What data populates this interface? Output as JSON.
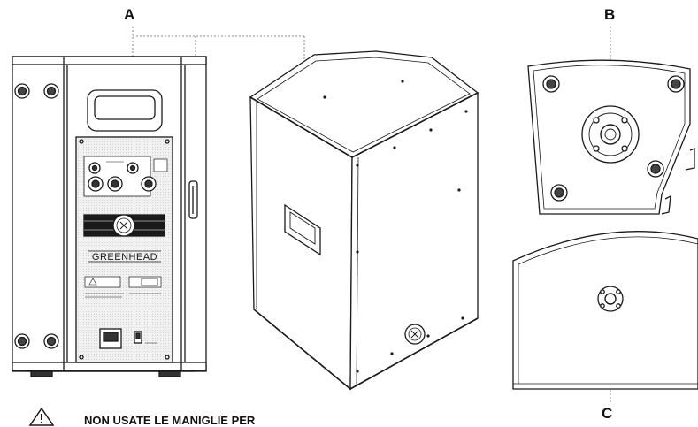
{
  "callouts": {
    "a": "A",
    "b": "B",
    "c": "C"
  },
  "warning": {
    "icon": "warning-triangle-icon",
    "text": "NON USATE LE MANIGLIE PER"
  },
  "panel": {
    "brand_logo_text": "GREENHEAD"
  },
  "colors": {
    "line": "#1a1a1a",
    "leader": "#8a8a8a",
    "panel_fill": "#f4f4f4"
  }
}
